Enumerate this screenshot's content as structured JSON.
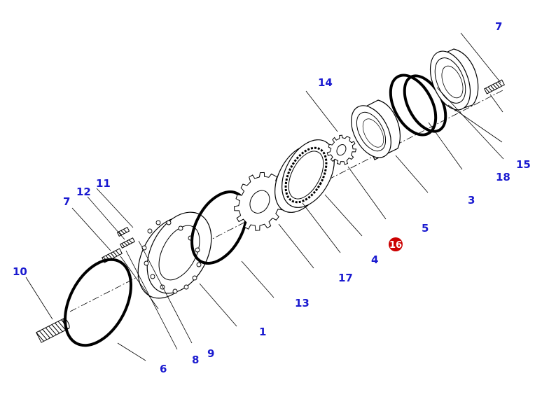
{
  "diagram": {
    "labels": {
      "p7a": "7",
      "p14": "14",
      "p15": "15",
      "p18": "18",
      "p3": "3",
      "p5": "5",
      "p16": "16",
      "p4": "4",
      "p17": "17",
      "p13": "13",
      "p1": "1",
      "p9": "9",
      "p8": "8",
      "p6": "6",
      "p10": "10",
      "p7b": "7",
      "p12": "12",
      "p11": "11"
    },
    "highlighted_part": "16",
    "colors": {
      "label": "#1a1ad0",
      "highlight": "#cc0000",
      "line": "#000000"
    }
  }
}
